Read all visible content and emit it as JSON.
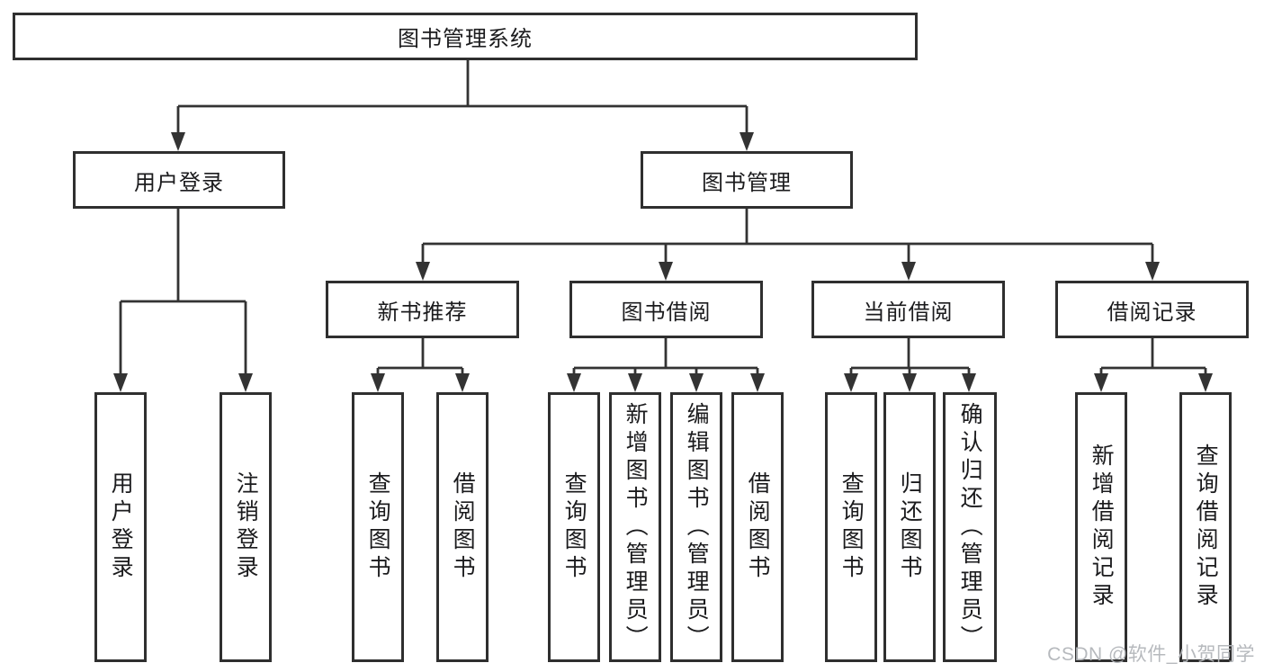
{
  "colors": {
    "line": "#333333",
    "box_border": "#2f2f2f",
    "text": "#1b1b1d",
    "watermark": "#b3b6ba",
    "background": "#ffffff"
  },
  "nodes": {
    "root": "图书管理系统",
    "level2": [
      "用户登录",
      "图书管理"
    ],
    "level3": [
      "新书推荐",
      "图书借阅",
      "当前借阅",
      "借阅记录"
    ],
    "leaves": [
      "用户登录",
      "注销登录",
      "查询图书",
      "借阅图书",
      "查询图书",
      "新增图书（管理员）",
      "编辑图书（管理员）",
      "借阅图书",
      "查询图书",
      "归还图书",
      "确认归还（管理员）",
      "新增借阅记录",
      "查询借阅记录"
    ]
  },
  "watermark": "CSDN @软件_小贺同学"
}
